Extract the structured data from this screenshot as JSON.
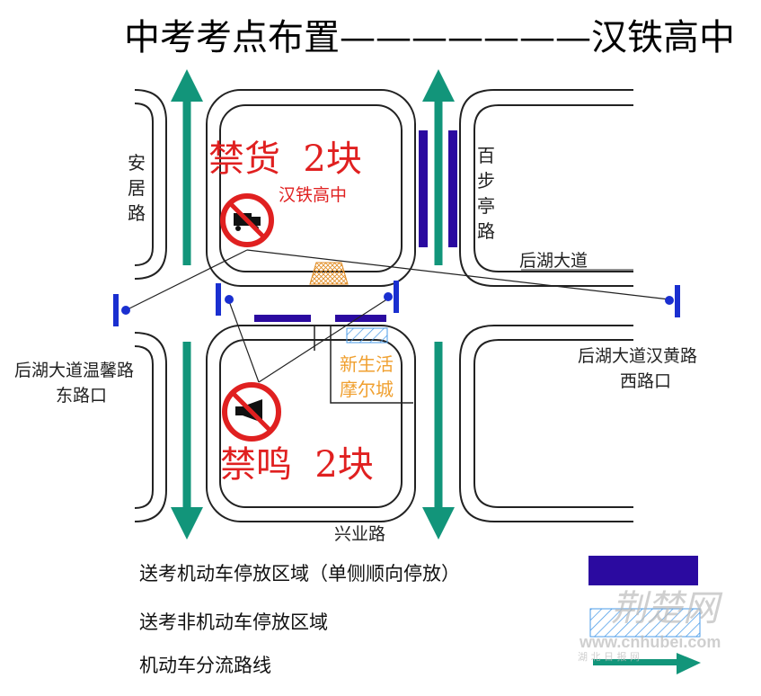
{
  "title": "中考考点布置———————汉铁高中",
  "roads": {
    "anju_1": "安",
    "anju_2": "居",
    "anju_3": "路",
    "baibu_1": "百",
    "baibu_2": "步",
    "baibu_3": "亭",
    "baibu_4": "路",
    "houhu": "后湖大道",
    "xingye": "兴业路"
  },
  "intersections": {
    "left_1": "后湖大道温馨路",
    "left_2": "东路口",
    "right_1": "后湖大道汉黄路",
    "right_2": "西路口"
  },
  "school": "汉铁高中",
  "truck_ban": "禁货  2块",
  "horn_ban": "禁鸣  2块",
  "mall_1": "新生活",
  "mall_2": "摩尔城",
  "legend": {
    "motor_parking": "送考机动车停放区域（单侧顺向停放）",
    "nonmotor_parking": "送考非机动车停放区域",
    "diversion": "机动车分流路线"
  },
  "watermark": {
    "name": "荆楚网",
    "url": "www.cnhubei.com",
    "sub": "湖 北 日 报 网"
  },
  "colors": {
    "arrow": "#12957a",
    "parking": "#2b0aa0",
    "sign": "#1a2fd0",
    "red": "#e02020",
    "orange": "#f0a030",
    "hatch": "#4a9be8"
  }
}
